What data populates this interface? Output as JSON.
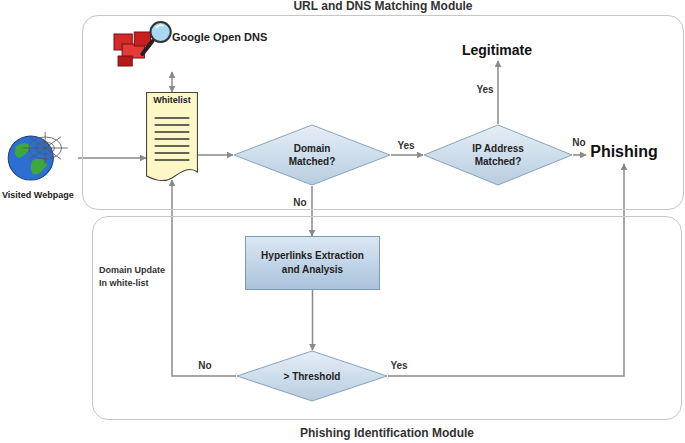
{
  "diagram": {
    "nodes": [
      {
        "text": [
          "URL and DNS Matching Module"
        ]
      },
      {
        "text": [
          "Google Open DNS"
        ],
        "in": 0
      },
      {
        "text": [
          "Visited Webpage"
        ]
      },
      {
        "text": [
          "Whitelist"
        ],
        "in": 0
      },
      {
        "text": [
          "Domain Matched?"
        ],
        "in": 0
      },
      {
        "text": [
          "IP Address Matched?"
        ],
        "in": 0
      },
      {
        "text": [
          "Legitimate"
        ],
        "in": 0
      },
      {
        "text": [
          "Phishing"
        ],
        "in": 0
      },
      {
        "text": [
          "Phishing Identification Module"
        ]
      },
      {
        "text": [
          "Hyperlinks Extraction and Analysis"
        ],
        "in": 8
      },
      {
        "text": [
          "> Threshold"
        ],
        "in": 8
      }
    ],
    "edges": [
      {
        "from": 1,
        "to": 3,
        "arrow": "both"
      },
      {
        "from": 2,
        "to": 3,
        "arrow": "to"
      },
      {
        "from": 3,
        "to": 4,
        "arrow": "to"
      },
      {
        "from": 4,
        "to": 5,
        "label": "Yes",
        "arrow": "to"
      },
      {
        "from": 5,
        "to": 6,
        "label": "Yes",
        "arrow": "to"
      },
      {
        "from": 5,
        "to": 7,
        "label": "No",
        "arrow": "to"
      },
      {
        "from": 4,
        "to": 9,
        "label": "No",
        "arrow": "to"
      },
      {
        "from": 9,
        "to": 10,
        "arrow": "to"
      },
      {
        "from": 10,
        "to": 3,
        "label": "No",
        "arrow": "to"
      },
      {
        "from": 10,
        "to": 7,
        "label": "Yes",
        "arrow": "to"
      }
    ],
    "labels": [
      "Domain Update In white-list"
    ]
  }
}
